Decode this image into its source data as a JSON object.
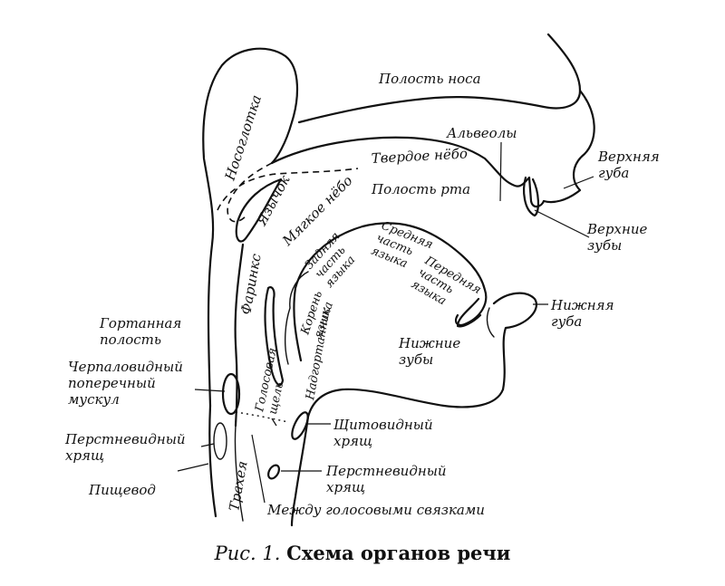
{
  "labels": {
    "nasal_cavity": "Полость носа",
    "nasopharynx": "Носоглотка",
    "alveoli": "Альвеолы",
    "upper_lip": "Верхняя\nгуба",
    "hard_palate": "Твердое нёбо",
    "uvula": "Язычок",
    "soft_palate": "Мягкое нёбо",
    "oral_cavity": "Полость рта",
    "upper_teeth": "Верхние\nзубы",
    "pharynx": "Фаринкс",
    "tongue_middle": "Средняя\nчасть\nязыка",
    "tongue_back": "Задняя\nчасть\nязыка",
    "tongue_root": "Корень\nязыка",
    "tongue_front": "Передняя\nчасть\nязыка",
    "lower_lip": "Нижняя\nгуба",
    "laryngeal_cavity": "Гортанная\nполость",
    "glottis": "Голосовая\nщель",
    "epiglottis": "Надгортанник",
    "lower_teeth": "Нижние\nзубы",
    "arytenoid_muscle": "Черпаловидный\nпоперечный\nмускул",
    "thyroid_cartilage": "Щитовидный\nхрящ",
    "cricoid_cartilage_left": "Перстневидный\nхрящ",
    "cricoid_cartilage_right": "Перстневидный\nхрящ",
    "trachea": "Трахея",
    "esophagus": "Пищевод",
    "between_vocal_cords": "Между голосовыми связками"
  },
  "caption": {
    "figure": "Рис. 1.",
    "title": "Схема органов речи"
  }
}
